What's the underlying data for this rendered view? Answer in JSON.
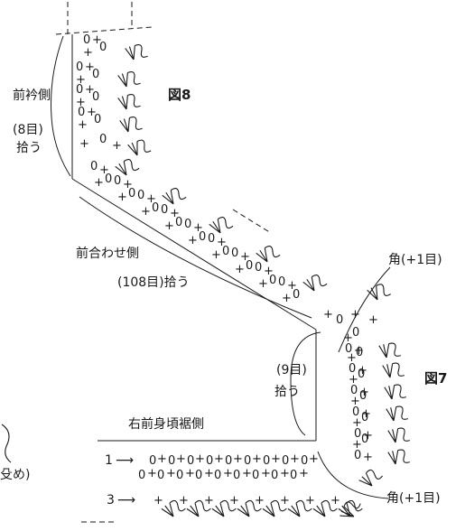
{
  "labels": {
    "front_collar_side": "前衿側",
    "front_collar_pickup_count": "(8目)",
    "front_collar_pickup": "拾う",
    "figure8": "図8",
    "front_closing_side": "前合わせ側",
    "front_closing_pickup": "(108目)拾う",
    "corner_top": "角(+1目)",
    "hem_pickup_count": "(9目)",
    "hem_pickup": "拾う",
    "figure7": "図7",
    "right_front_hem_side": "右前身頃裾側",
    "row1": "1",
    "row3": "3",
    "corner_bottom": "角(+1目)",
    "left_cut_text": "殳め)"
  },
  "symbols": {
    "single_crochet": "+",
    "chain": "0",
    "double_crochet_group": "V"
  }
}
